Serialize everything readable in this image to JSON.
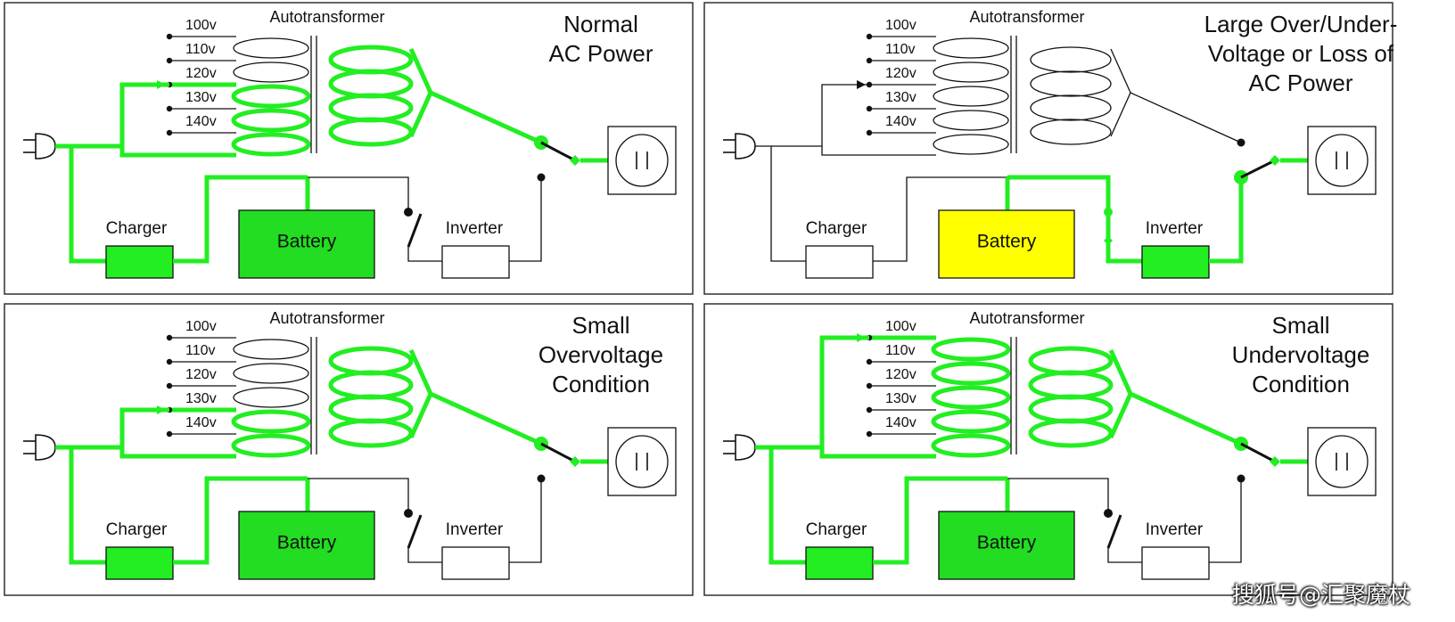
{
  "colors": {
    "active_wire": "#22ee22",
    "inactive_wire": "#111111",
    "battery_charged": "#22dd22",
    "battery_discharging": "#ffff00",
    "frame": "#222222",
    "background": "#ffffff"
  },
  "common_labels": {
    "autotransformer": "Autotransformer",
    "charger": "Charger",
    "battery": "Battery",
    "inverter": "Inverter",
    "taps": [
      "100v",
      "110v",
      "120v",
      "130v",
      "140v"
    ]
  },
  "icons": {
    "ac_plug": "plug-icon",
    "outlet": "outlet-icon",
    "transformer": "transformer-coil-icon"
  },
  "panels": [
    {
      "id": "normal",
      "title_lines": [
        "Normal",
        "AC Power"
      ],
      "selected_tap": 2,
      "mode": "ac",
      "battery_state": "charging",
      "inverter_active": false,
      "charger_active": true,
      "output_switch": "transformer"
    },
    {
      "id": "large-over-under",
      "title_lines": [
        "Large Over/Under-",
        "Voltage or Loss of",
        "AC Power"
      ],
      "selected_tap": 2,
      "mode": "battery",
      "battery_state": "discharging",
      "inverter_active": true,
      "charger_active": false,
      "output_switch": "inverter"
    },
    {
      "id": "small-overvoltage",
      "title_lines": [
        "Small",
        "Overvoltage",
        "Condition"
      ],
      "selected_tap": 3,
      "mode": "ac",
      "battery_state": "charging",
      "inverter_active": false,
      "charger_active": true,
      "output_switch": "transformer"
    },
    {
      "id": "small-undervoltage",
      "title_lines": [
        "Small",
        "Undervoltage",
        "Condition"
      ],
      "selected_tap": 0,
      "mode": "ac",
      "battery_state": "charging",
      "inverter_active": false,
      "charger_active": true,
      "output_switch": "transformer"
    }
  ],
  "watermark": "搜狐号@汇聚魔杖"
}
